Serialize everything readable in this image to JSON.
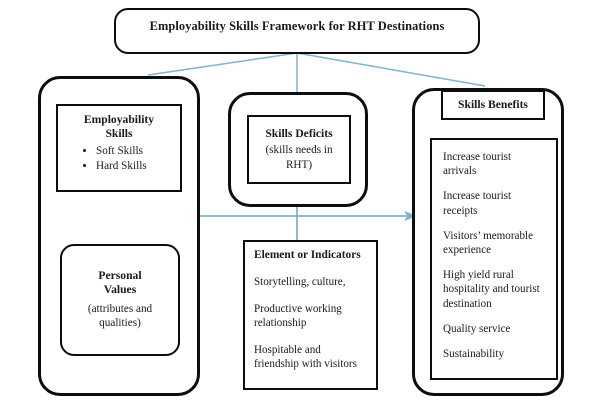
{
  "diagram": {
    "title": "Employability Skills Framework for RHT Destinations",
    "accent_color": "#7fb4cd",
    "line_color": "#0d0d0d",
    "background": "#ffffff",
    "left_section": {
      "skills_box": {
        "heading_line1": "Employability",
        "heading_line2": "Skills",
        "bullets": [
          "Soft Skills",
          "Hard Skills"
        ]
      },
      "values_box": {
        "heading_line1": "Personal",
        "heading_line2": "Values",
        "sub_line1": "(attributes and",
        "sub_line2": "qualities)"
      }
    },
    "center_section": {
      "deficits_box": {
        "heading": "Skills Deficits",
        "sub_line1": "(skills needs in",
        "sub_line2": "RHT)"
      },
      "indicators_box": {
        "heading": "Element or Indicators",
        "items": [
          "Storytelling, culture,",
          "Productive working relationship",
          "Hospitable and friendship with visitors"
        ]
      }
    },
    "right_section": {
      "benefits_header": "Skills Benefits",
      "benefits": [
        "Increase tourist arrivals",
        "Increase tourist receipts",
        "Visitors’ memorable experience",
        "High yield rural hospitality and tourist destination",
        "Quality service",
        "Sustainability"
      ]
    },
    "connectors": [
      {
        "name": "title-to-left",
        "type": "line"
      },
      {
        "name": "title-to-center",
        "type": "line"
      },
      {
        "name": "title-to-right",
        "type": "line"
      },
      {
        "name": "skills-values-double-arrow",
        "type": "double-arrow"
      },
      {
        "name": "left-to-right-arrow",
        "type": "arrow"
      },
      {
        "name": "deficits-to-indicators",
        "type": "line"
      },
      {
        "name": "benefits-header-to-list",
        "type": "arrow"
      }
    ]
  }
}
